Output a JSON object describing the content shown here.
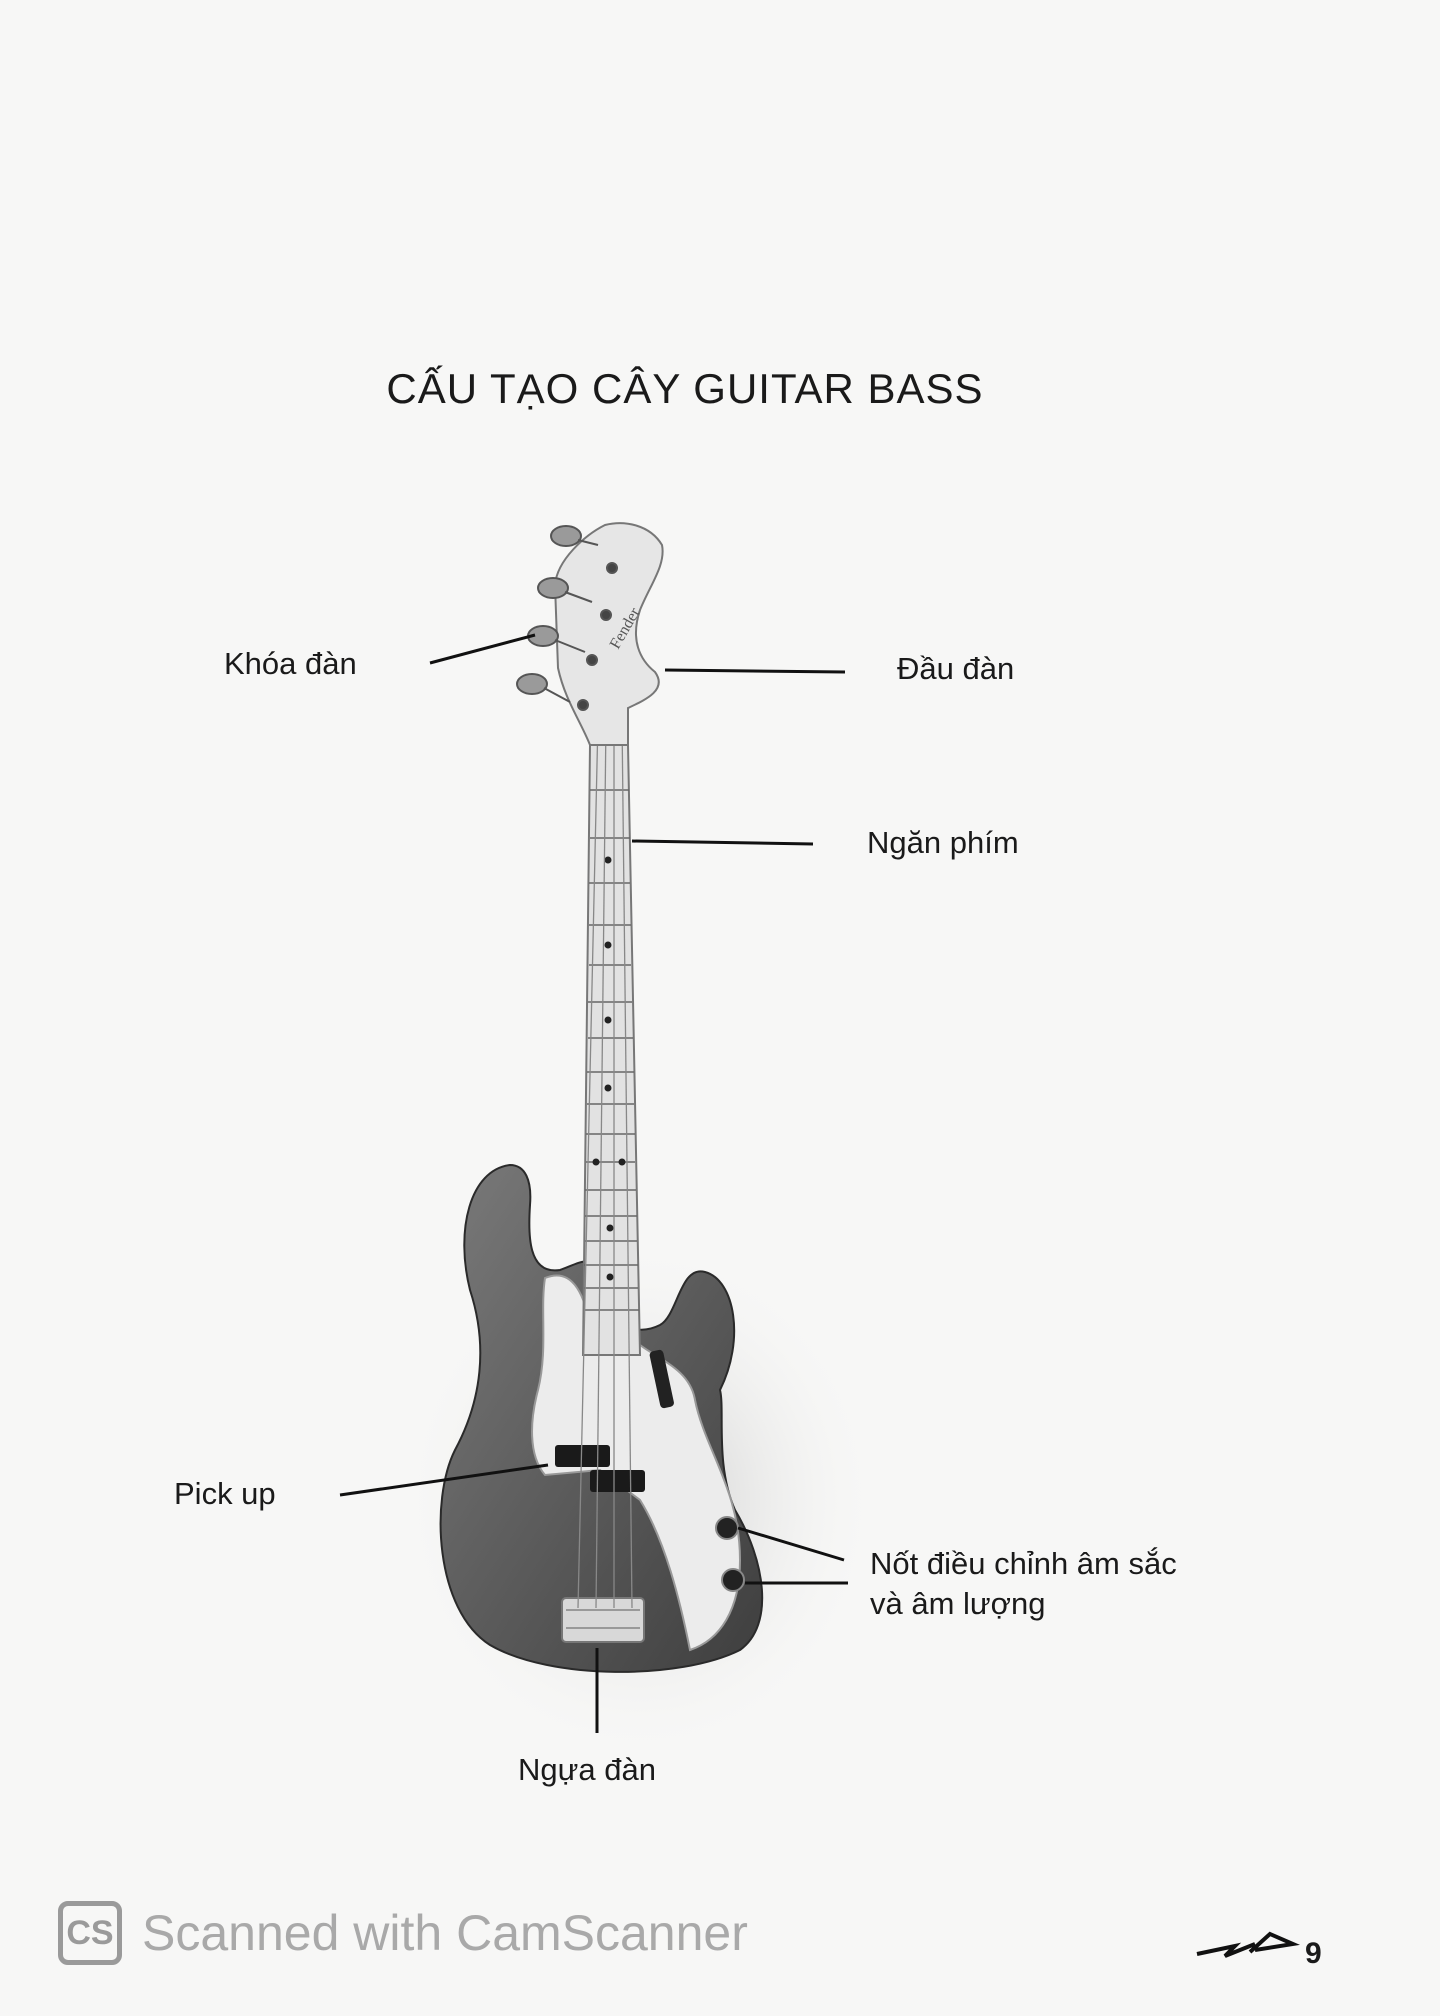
{
  "title": "CẤU TẠO CÂY GUITAR BASS",
  "labels": {
    "tuners": "Khóa đàn",
    "headstock": "Đầu đàn",
    "frets": "Ngăn phím",
    "pickup": "Pick up",
    "knobs_line1": "Nốt điều chỉnh âm sắc",
    "knobs_line2": "và âm lượng",
    "bridge": "Ngựa đàn"
  },
  "watermark": {
    "logo": "CS",
    "text": "Scanned with CamScanner"
  },
  "page_number": "9",
  "colors": {
    "body": "#5a5a5a",
    "pickguard": "#ececec",
    "neck": "#e2e2e2",
    "line": "#111111"
  }
}
